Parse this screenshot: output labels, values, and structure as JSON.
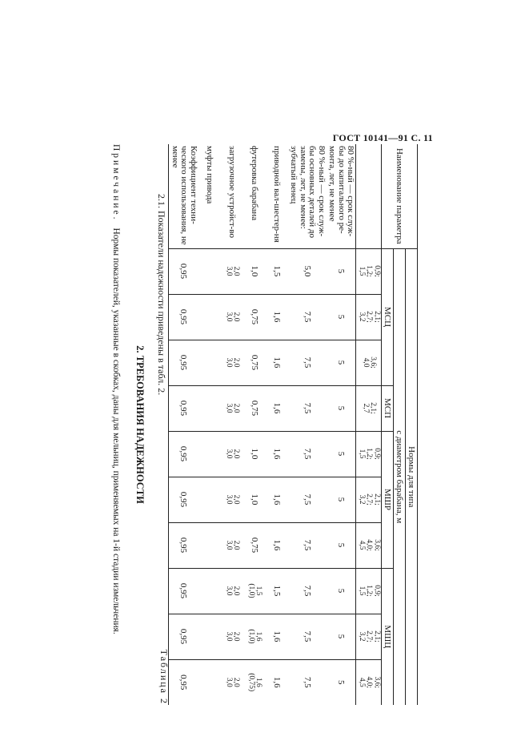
{
  "header": {
    "gost": "ГОСТ 10141—91 С. 11"
  },
  "section": {
    "title": "2. ТРЕБОВАНИЯ НАДЕЖНОСТИ",
    "intro": "2.1. Показатели надежности приведены в табл. 2.",
    "caption": "Таблица 2"
  },
  "table": {
    "param_header": "Наименование параметра",
    "norms_header": "Нормы для типа",
    "diameter_header": "с диаметром барабана, м",
    "groups": [
      "МСЦ",
      "МСП",
      "МШР",
      "МШЦ"
    ],
    "diameters": [
      "0,9;\n1,2;\n1,5",
      "2,1;\n2,7;\n3,2",
      "3,6;\n4,0",
      "2,1;\n2,7",
      "0,9;\n1,2;\n1,5",
      "2,1;\n2,7;\n3,2",
      "3,6;\n4,0;\n4,5",
      "0,9;\n1,2;\n1,5",
      "2,1;\n2,7;\n3,2",
      "3,6;\n4,0;\n4,5"
    ],
    "rows": [
      {
        "name": "80 %-ный — срок служ-бы до капитального ре-монта, лет, не менее",
        "values": [
          "5",
          "5",
          "5",
          "5",
          "5",
          "5",
          "5",
          "5",
          "5",
          "5"
        ]
      },
      {
        "name": "80 %-ный — срок служ-бы основных деталей до замены, лет, не менее: зубчатый венец",
        "values": [
          "5,0",
          "7,5",
          "7,5",
          "7,5",
          "7,5",
          "7,5",
          "7,5",
          "7,5",
          "7,5",
          "7,5"
        ]
      },
      {
        "name": "приводной вал-шестер-ня",
        "values": [
          "1,5",
          "1,6",
          "1,6",
          "1,6",
          "1,6",
          "1,6",
          "1,6",
          "1,5",
          "1,6",
          "1,6"
        ]
      },
      {
        "name": "футеровка барабана",
        "values": [
          "1,0",
          "0,75",
          "0,75",
          "0,75",
          "1,0",
          "1,0",
          "0,75",
          "1,5\n(1,0)",
          "1,6\n(1,0)",
          "1,6\n(0,75)"
        ]
      },
      {
        "name": "загрузочное устройст-во",
        "values": [
          "2,0\n3,0",
          "2,0\n3,0",
          "2,0\n3,0",
          "2,0\n3,0",
          "2,0\n3,0",
          "2,0\n3,0",
          "2,0\n3,0",
          "2,0\n3,0",
          "2,0\n3,0",
          "2,0\n3,0"
        ]
      },
      {
        "name": "муфты привода",
        "values": [
          "",
          "",
          "",
          "",
          "",
          "",
          "",
          "",
          "",
          ""
        ]
      },
      {
        "name": "Коэффициент техни-ческого использования, не менее",
        "values": [
          "0,95",
          "0,95",
          "0,95",
          "0,95",
          "0,95",
          "0,95",
          "0,95",
          "0,95",
          "0,95",
          "0,95"
        ]
      }
    ]
  },
  "note": {
    "label": "Примечание.",
    "text": "Нормы показателей, указанные в скобках, даны для мельниц, применяемых на 1-й стадии измельчения."
  }
}
